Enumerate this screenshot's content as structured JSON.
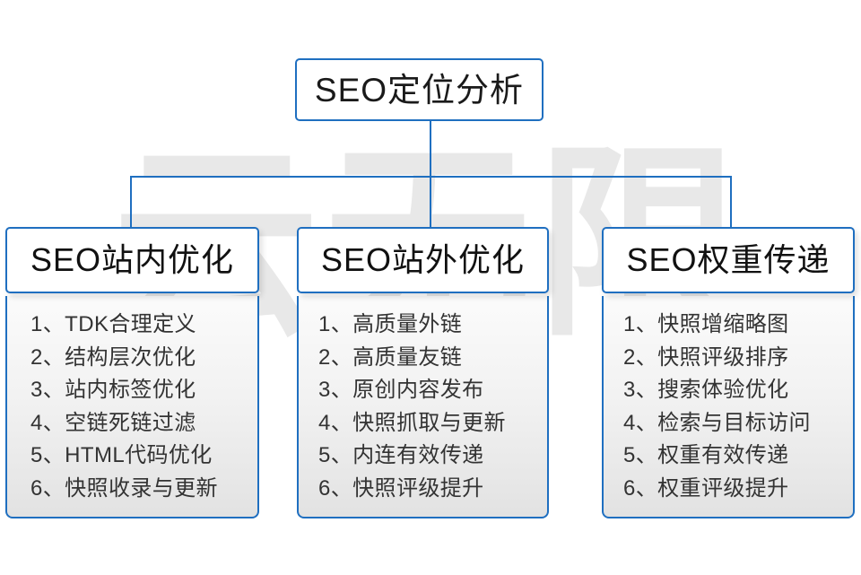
{
  "diagram": {
    "title": "SEO定位分析",
    "watermark_text": "云无限",
    "accent_color": "#1f6fc0",
    "text_color": "#333333",
    "connectors": {
      "vertical_from_root": "conn-vert-top",
      "horizontal_bus": "conn-horiz",
      "drop_left": "conn-drop-left",
      "drop_middle": "conn-drop-mid",
      "drop_right": "conn-drop-right"
    },
    "columns": [
      {
        "header": "SEO站内优化",
        "items": [
          "1、TDK合理定义",
          "2、结构层次优化",
          "3、站内标签优化",
          "4、空链死链过滤",
          "5、HTML代码优化",
          "6、快照收录与更新"
        ]
      },
      {
        "header": "SEO站外优化",
        "items": [
          "1、高质量外链",
          "2、高质量友链",
          "3、原创内容发布",
          "4、快照抓取与更新",
          "5、内连有效传递",
          "6、快照评级提升"
        ]
      },
      {
        "header": "SEO权重传递",
        "items": [
          "1、快照增缩略图",
          "2、快照评级排序",
          "3、搜索体验优化",
          "4、检索与目标访问",
          "5、权重有效传递",
          "6、权重评级提升"
        ]
      }
    ]
  }
}
